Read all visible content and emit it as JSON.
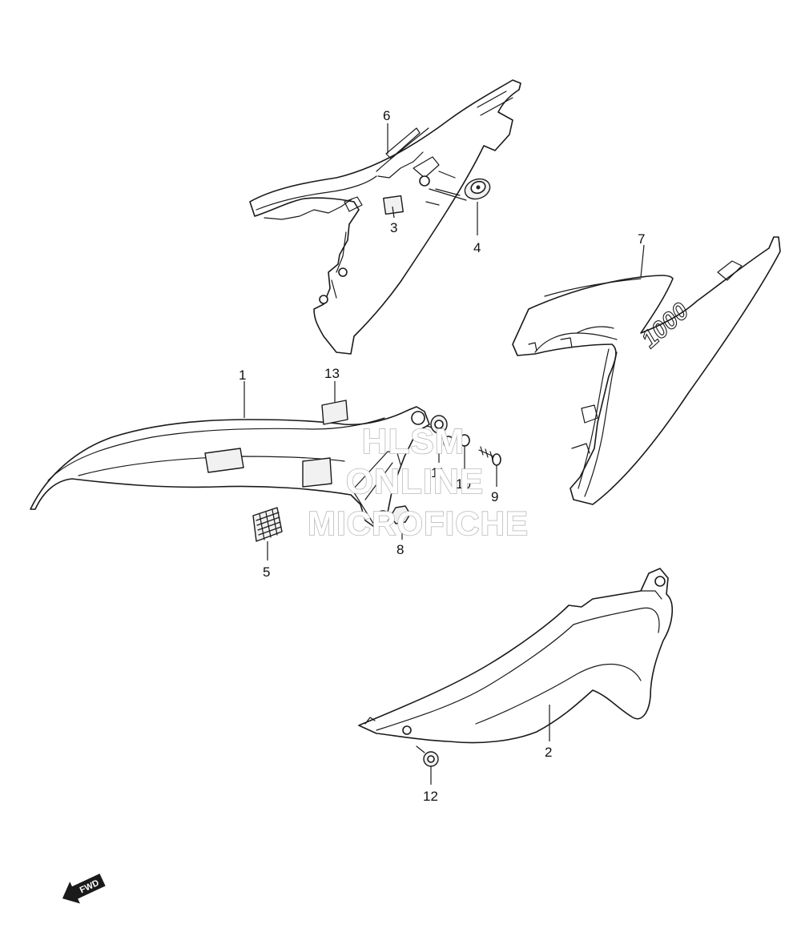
{
  "callouts": [
    {
      "id": "1",
      "label": "1"
    },
    {
      "id": "2",
      "label": "2"
    },
    {
      "id": "3",
      "label": "3"
    },
    {
      "id": "4",
      "label": "4"
    },
    {
      "id": "5",
      "label": "5"
    },
    {
      "id": "6",
      "label": "6"
    },
    {
      "id": "7",
      "label": "7"
    },
    {
      "id": "8",
      "label": "8"
    },
    {
      "id": "9",
      "label": "9"
    },
    {
      "id": "10",
      "label": "10"
    },
    {
      "id": "11",
      "label": "11"
    },
    {
      "id": "12",
      "label": "12"
    },
    {
      "id": "13",
      "label": "13"
    }
  ],
  "watermark": {
    "line1": "HLSM",
    "line2": "ONLINE",
    "line3": "MICROFICHE",
    "color": "#b9b9b9"
  },
  "fwd_arrow": {
    "label": "FWD",
    "icon": "fwd-arrow-icon"
  },
  "cowling_logo": {
    "text": "1000"
  }
}
